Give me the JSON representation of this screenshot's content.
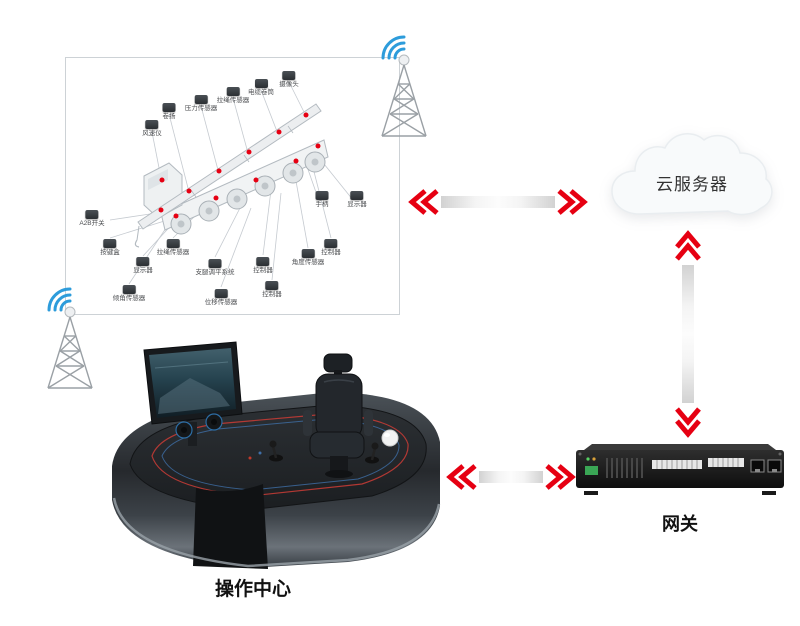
{
  "colors": {
    "accent_red": "#e60012",
    "wifi_blue": "#2d9cdb",
    "panel_border": "#cdd2d6"
  },
  "sensor_panel": {
    "components": [
      {
        "label": "卷扬"
      },
      {
        "label": "压力传感器"
      },
      {
        "label": "拉绳传感器"
      },
      {
        "label": "电缆卷筒"
      },
      {
        "label": "摄像头"
      },
      {
        "label": "风速仪"
      },
      {
        "label": "A2B开关"
      },
      {
        "label": "手柄"
      },
      {
        "label": "显示器"
      },
      {
        "label": "按键盒"
      },
      {
        "label": "拉绳传感器"
      },
      {
        "label": "控制器"
      },
      {
        "label": "显示器"
      },
      {
        "label": "支腿调平系统"
      },
      {
        "label": "控制器"
      },
      {
        "label": "角度传感器"
      },
      {
        "label": "倾角传感器"
      },
      {
        "label": "位移传感器"
      },
      {
        "label": "控制器"
      }
    ]
  },
  "nodes": {
    "cloud": {
      "label": "云服务器"
    },
    "gateway": {
      "label": "网关"
    },
    "console": {
      "label": "操作中心"
    }
  }
}
